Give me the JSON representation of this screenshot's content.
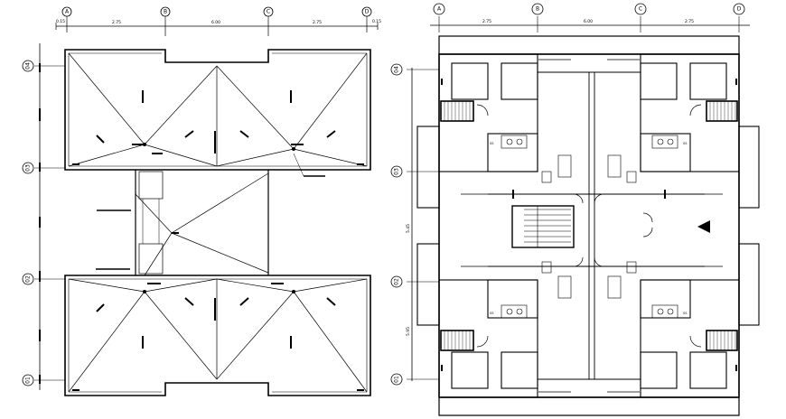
{
  "left_plan": {
    "grid_columns": [
      "A",
      "B",
      "C",
      "D"
    ],
    "grid_rows": [
      "04",
      "03",
      "02",
      "01"
    ],
    "top_dimensions": [
      "0.15",
      "2.75",
      "6.00",
      "2.75",
      "0.15"
    ]
  },
  "right_plan": {
    "grid_columns": [
      "A",
      "B",
      "C",
      "D"
    ],
    "grid_rows": [
      "04",
      "03",
      "02",
      "01"
    ],
    "top_dimensions": [
      "2.75",
      "6.00",
      "2.75"
    ],
    "side_dimensions": [
      "5.45",
      "5.95"
    ],
    "room_tags": [
      "SS",
      "SS",
      "SS",
      "SS"
    ]
  },
  "north_arrow": "triangle-arrow-icon"
}
